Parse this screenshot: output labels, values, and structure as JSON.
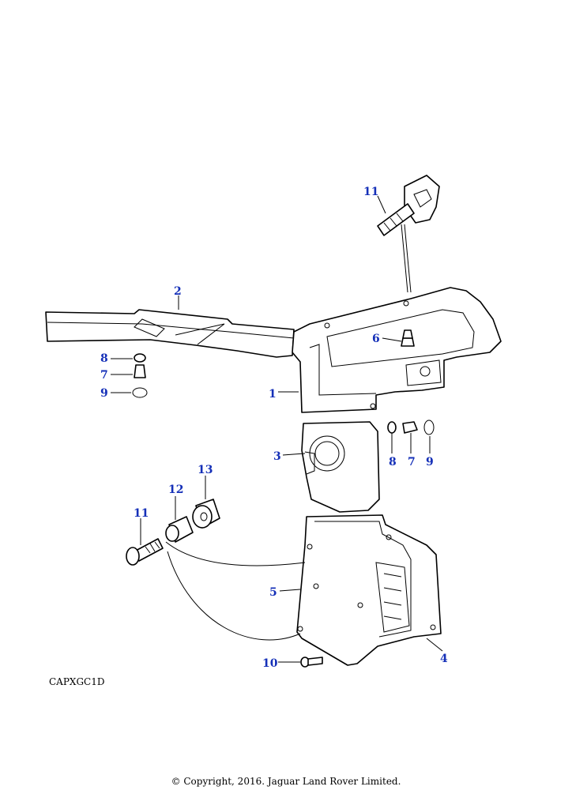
{
  "diagram_code": "CAPXGC1D",
  "copyright": "© Copyright, 2016. Jaguar Land Rover Limited.",
  "callouts": {
    "c1": "1",
    "c2": "2",
    "c3": "3",
    "c4": "4",
    "c5": "5",
    "c6": "6",
    "c7a": "7",
    "c7b": "7",
    "c8a": "8",
    "c8b": "8",
    "c9a": "9",
    "c9b": "9",
    "c10": "10",
    "c11a": "11",
    "c11b": "11",
    "c12": "12",
    "c13": "13"
  },
  "colors": {
    "callout": "#1530b8",
    "line": "#000000"
  }
}
